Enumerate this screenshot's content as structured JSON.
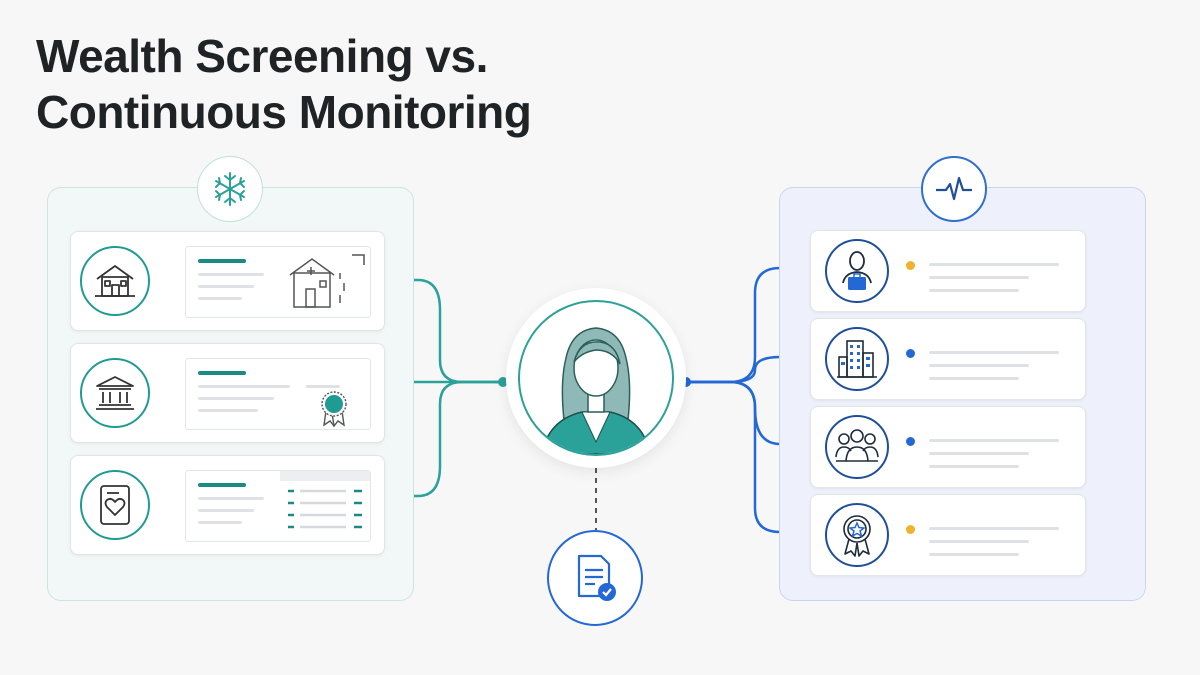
{
  "title": {
    "line1": "Wealth Screening vs.",
    "line2": "Continuous Monitoring"
  },
  "left_panel": {
    "badge_icon": "snowflake-icon",
    "cards": [
      {
        "icon": "house-icon",
        "doc_icon": "property-sketch-icon"
      },
      {
        "icon": "bank-icon",
        "doc_icon": "award-seal-icon"
      },
      {
        "icon": "heart-card-icon",
        "doc_icon": "table-list-icon"
      }
    ]
  },
  "center": {
    "hub_icon": "person-avatar-icon",
    "report_icon": "document-check-icon"
  },
  "right_panel": {
    "badge_icon": "pulse-icon",
    "cards": [
      {
        "icon": "person-briefcase-icon",
        "status": "amber"
      },
      {
        "icon": "office-building-icon",
        "status": "blue"
      },
      {
        "icon": "group-icon",
        "status": "blue"
      },
      {
        "icon": "badge-star-icon",
        "status": "amber"
      }
    ]
  },
  "colors": {
    "teal": "#1f9b94",
    "navy": "#1f4f9a",
    "blue": "#2468d6",
    "amber": "#f0b22a",
    "title": "#1f2326"
  }
}
